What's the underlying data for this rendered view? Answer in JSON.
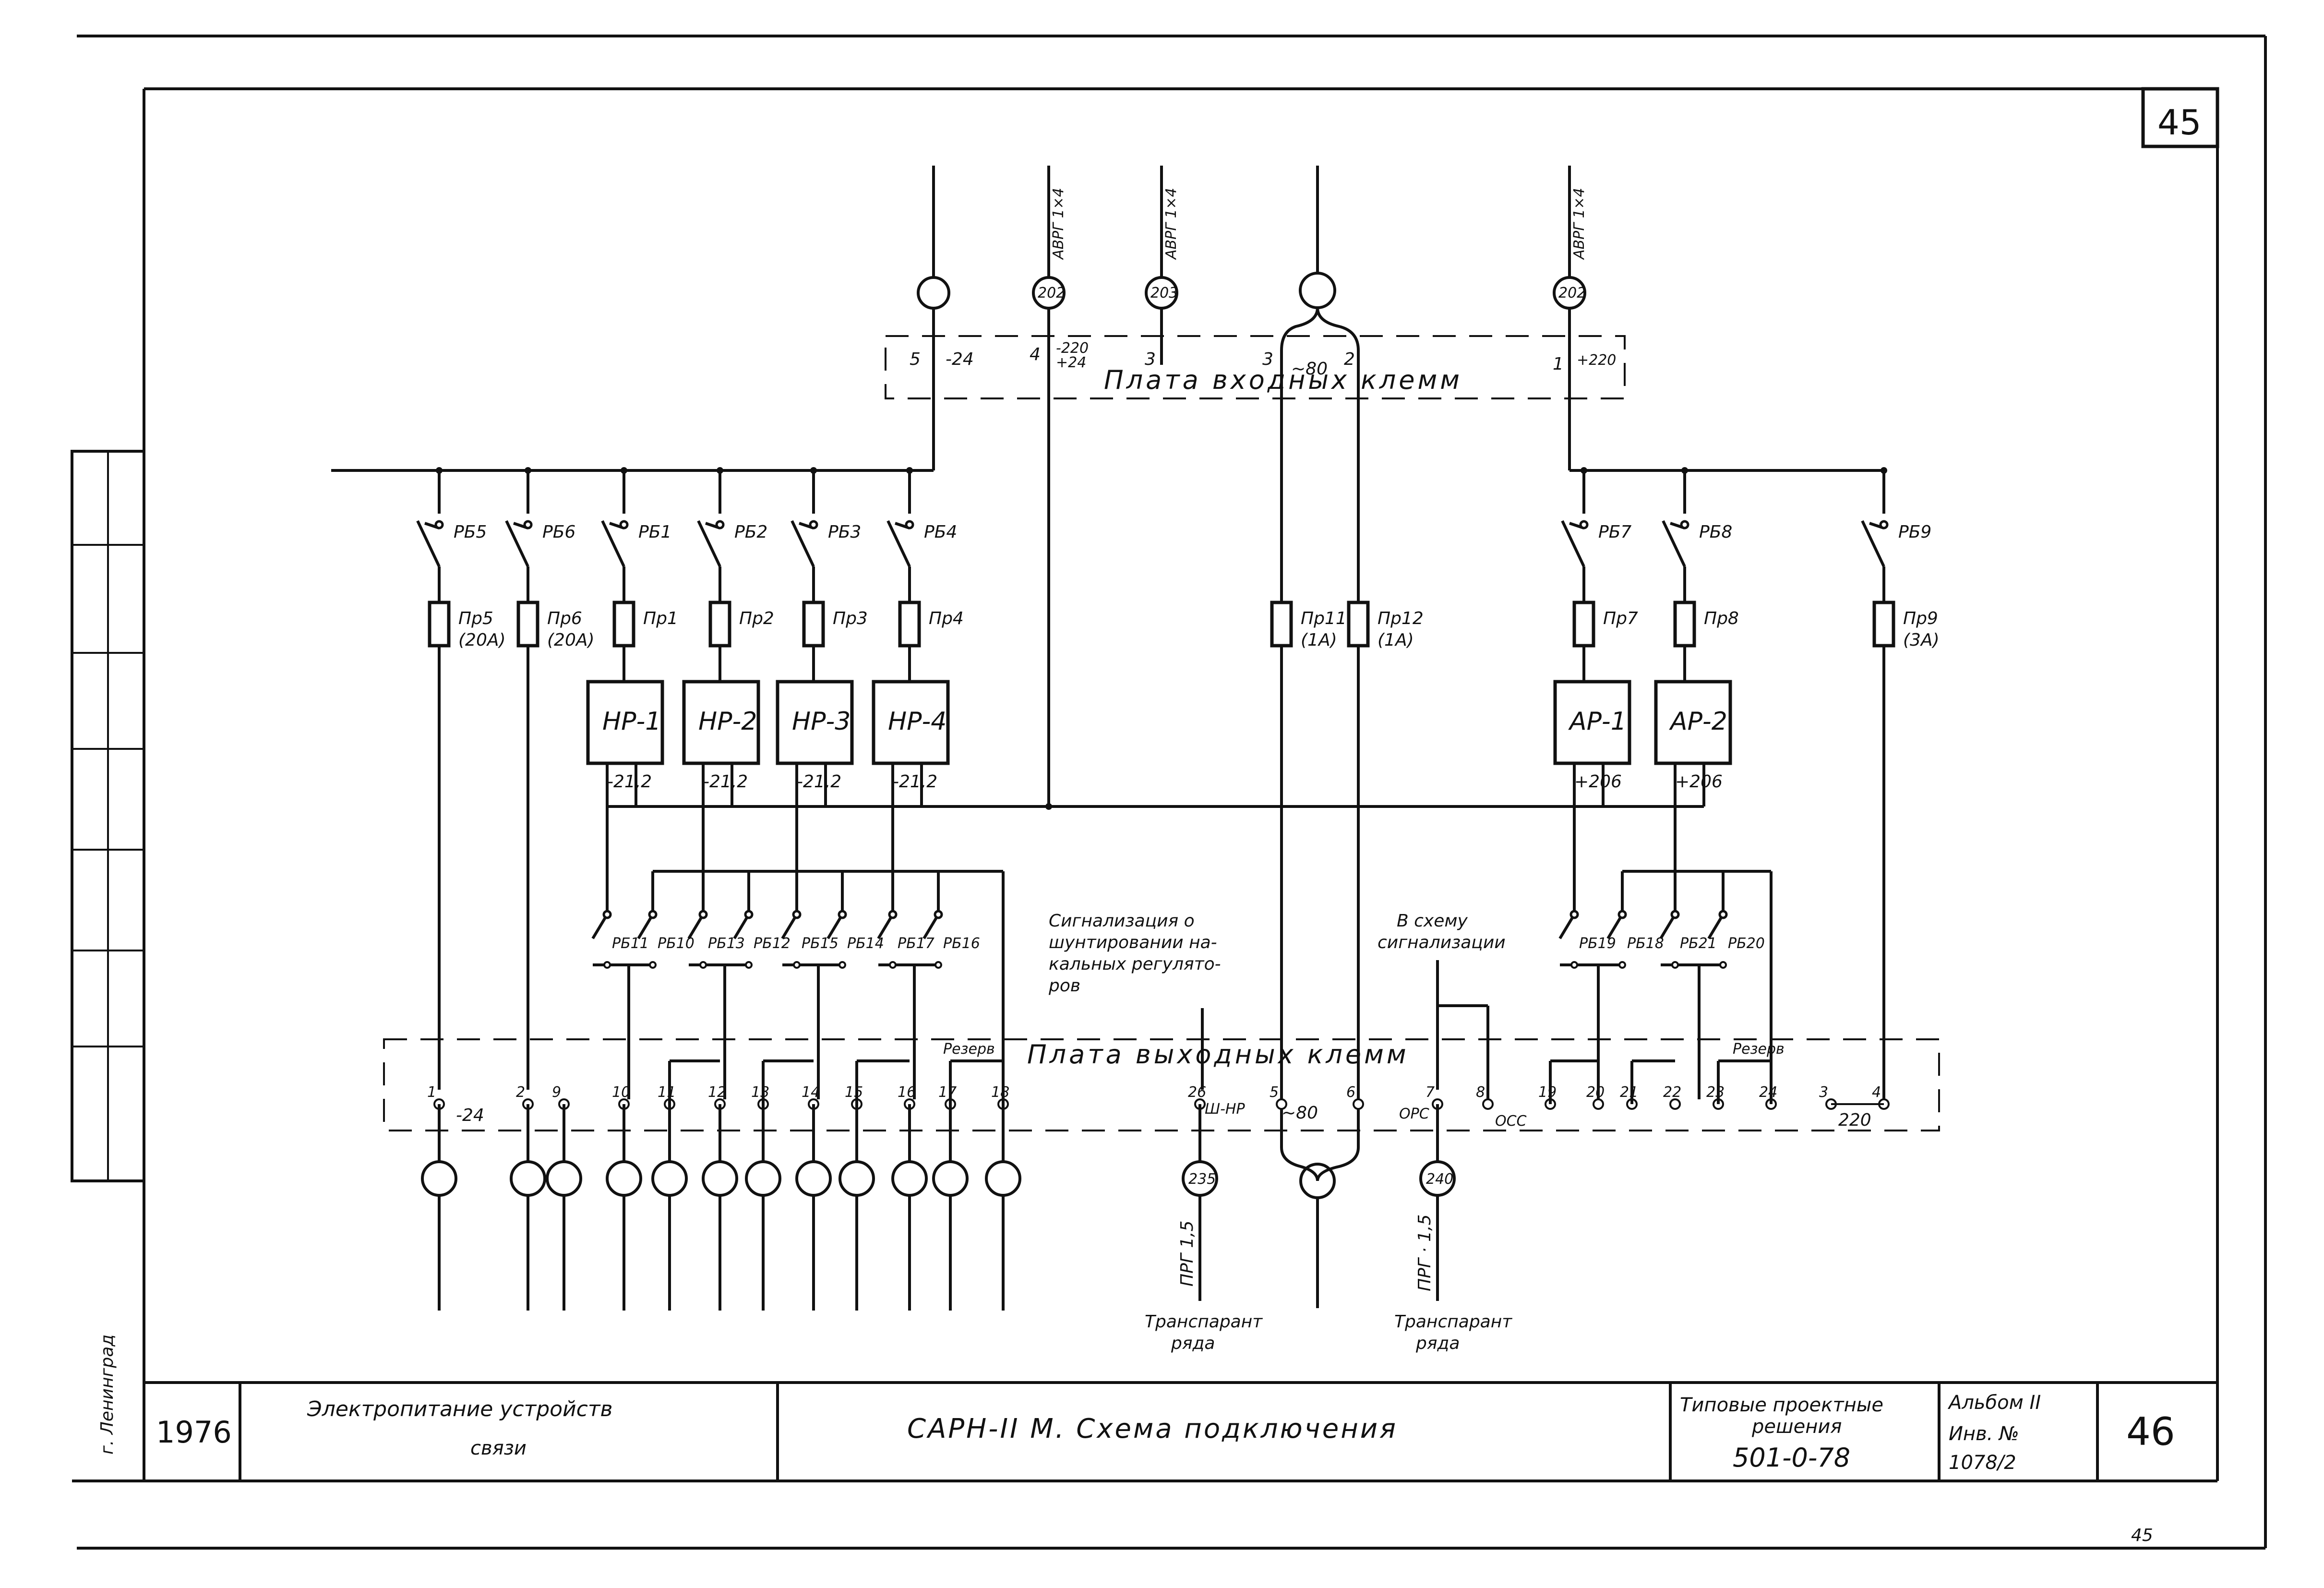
{
  "sheet": {
    "page_top": "45",
    "page_bottom": "45",
    "city": "г. Ленинград"
  },
  "title_block": {
    "year": "1976",
    "subject_line1": "Электропитание устройств",
    "subject_line2": "связи",
    "title": "САРН-II М.  Схема подключения",
    "series_line1": "Типовые проектные",
    "series_line2": "решения",
    "series_code": "501-0-78",
    "album": "Альбом II",
    "inv_label": "Инв. №",
    "inv_number": "1078/2",
    "sheet_number": "46"
  },
  "input_board": {
    "label": "Плата   входных   клемм",
    "cables": [
      "АВРГ 1×4",
      "АВРГ 1×4",
      "АВРГ 1×4"
    ],
    "cable_refs": [
      "202",
      "203",
      "202"
    ],
    "terminals": [
      {
        "num": "5",
        "value": "-24"
      },
      {
        "num": "4",
        "value": "-220\n+24"
      },
      {
        "num": "3",
        "value": ""
      },
      {
        "num": "3",
        "value": "~80"
      },
      {
        "num": "2",
        "value": ""
      },
      {
        "num": "1",
        "value": "+220"
      }
    ]
  },
  "switches_top": [
    "РБ5",
    "РБ6",
    "РБ1",
    "РБ2",
    "РБ3",
    "РБ4",
    "РБ7",
    "РБ8",
    "РБ9"
  ],
  "fuses": [
    {
      "name": "Пр5",
      "rating": "(20А)"
    },
    {
      "name": "Пр6",
      "rating": "(20А)"
    },
    {
      "name": "Пр1",
      "rating": ""
    },
    {
      "name": "Пр2",
      "rating": ""
    },
    {
      "name": "Пр3",
      "rating": ""
    },
    {
      "name": "Пр4",
      "rating": ""
    },
    {
      "name": "Пр11",
      "rating": "(1А)"
    },
    {
      "name": "Пр12",
      "rating": "(1А)"
    },
    {
      "name": "Пр7",
      "rating": ""
    },
    {
      "name": "Пр8",
      "rating": ""
    },
    {
      "name": "Пр9",
      "rating": "(3А)"
    }
  ],
  "regulators": [
    {
      "name": "НР-1",
      "output": "-21,2"
    },
    {
      "name": "НР-2",
      "output": "-21,2"
    },
    {
      "name": "НР-3",
      "output": "-21,2"
    },
    {
      "name": "НР-4",
      "output": "-21,2"
    },
    {
      "name": "АР-1",
      "output": "+206"
    },
    {
      "name": "АР-2",
      "output": "+206"
    }
  ],
  "switches_bottom": [
    "РБ11",
    "РБ10",
    "РБ13",
    "РБ12",
    "РБ15",
    "РБ14",
    "РБ17",
    "РБ16",
    "РБ19",
    "РБ18",
    "РБ21",
    "РБ20"
  ],
  "notes": {
    "shunt_line1": "Сигнализация о",
    "shunt_line2": "шунтировании на-",
    "shunt_line3": "кальных регулято-",
    "shunt_line4": "ров",
    "alarm_line1": "В схему",
    "alarm_line2": "сигнализации"
  },
  "output_board": {
    "label": "Плата   выходных   клемм",
    "reserve_left": "Резерв",
    "reserve_right": "Резерв",
    "terminals": [
      "1",
      "2",
      "9",
      "10",
      "11",
      "12",
      "13",
      "14",
      "15",
      "16",
      "17",
      "18",
      "26",
      "5",
      "6",
      "7",
      "8",
      "19",
      "20",
      "21",
      "22",
      "23",
      "24",
      "3",
      "4"
    ],
    "v_minus24": "-24",
    "v_shnr": "Ш-НР",
    "v_80": "~80",
    "v_ors": "ОРС",
    "v_oss": "ОСС",
    "v_220": "220"
  },
  "bottom_cables": [
    {
      "ref": "235",
      "cable": "ПРГ 1,5",
      "dest_line1": "Транспарант",
      "dest_line2": "ряда"
    },
    {
      "ref": "240",
      "cable": "ПРГ · 1,5",
      "dest_line1": "Транспарант",
      "dest_line2": "ряда"
    }
  ]
}
